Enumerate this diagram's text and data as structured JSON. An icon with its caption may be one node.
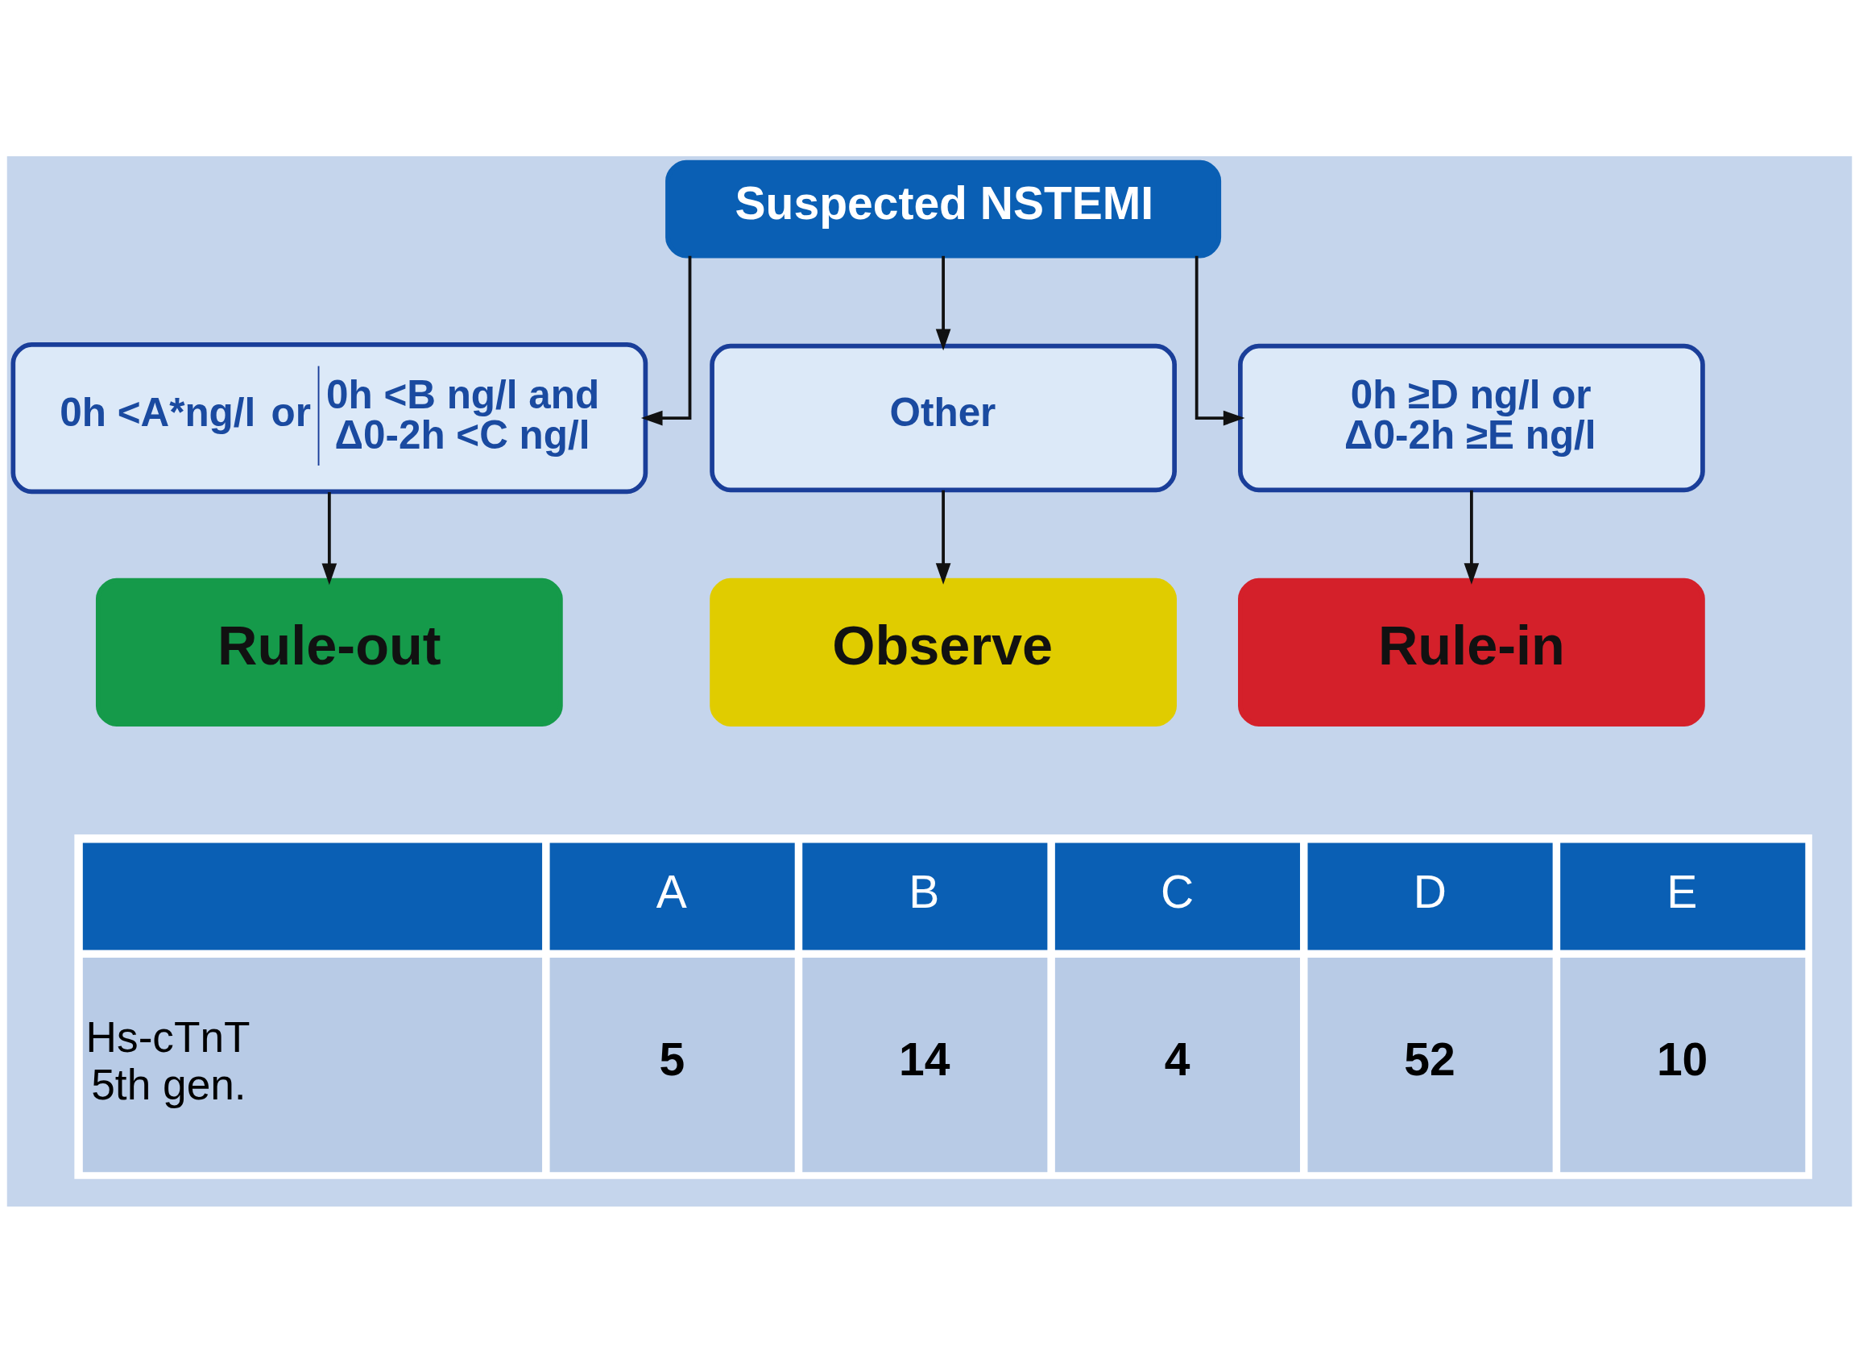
{
  "diagram": {
    "nodes": [
      {
        "text": [
          "Suspected NSTEMI"
        ]
      },
      {
        "text": [
          "0h <A*ng/l",
          "or",
          "0h <B ng/l and Δ0-2h <C ng/l"
        ]
      },
      {
        "text": [
          "Other"
        ]
      },
      {
        "text": [
          "0h ≥D ng/l or Δ0-2h ≥E ng/l"
        ]
      },
      {
        "text": [
          "Rule-out"
        ]
      },
      {
        "text": [
          "Observe"
        ]
      },
      {
        "text": [
          "Rule-in"
        ]
      }
    ],
    "edges": [
      {
        "from": 0,
        "to": 1,
        "arrow": "to"
      },
      {
        "from": 0,
        "to": 2,
        "arrow": "to"
      },
      {
        "from": 0,
        "to": 3,
        "arrow": "to"
      },
      {
        "from": 1,
        "to": 4,
        "arrow": "to"
      },
      {
        "from": 2,
        "to": 5,
        "arrow": "to"
      },
      {
        "from": 3,
        "to": 6,
        "arrow": "to"
      }
    ],
    "labels": [
      "A",
      "B",
      "C",
      "D",
      "E",
      "Hs-cTnT 5th gen.",
      "5",
      "14",
      "4",
      "52",
      "10"
    ]
  }
}
